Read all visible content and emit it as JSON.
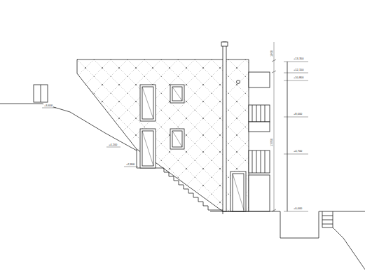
{
  "diagram": {
    "labels": [
      "+3,600",
      "+4,200",
      "+2,800",
      "+13,350",
      "+12,150",
      "+10,800",
      "+8,000",
      "+4,700",
      "+0,000",
      "1200",
      "13350"
    ]
  }
}
